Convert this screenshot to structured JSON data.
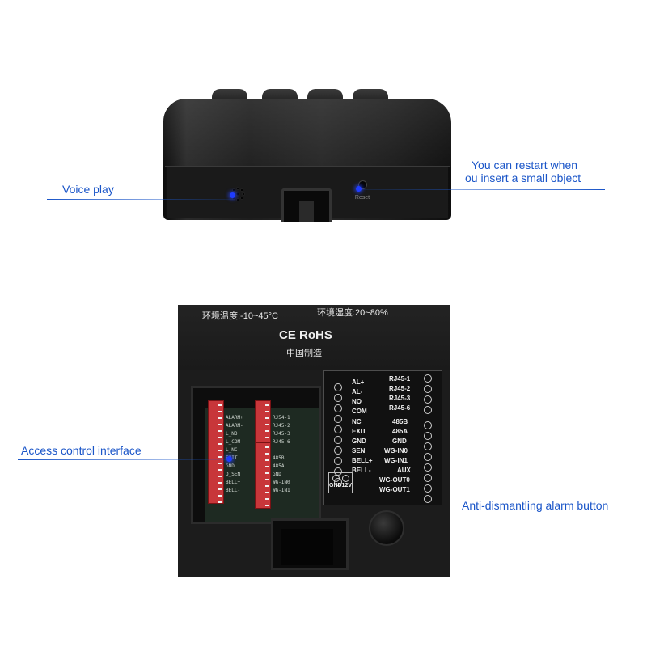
{
  "callouts": {
    "voice_play": "Voice play",
    "restart_line1": "You can restart when",
    "restart_line2": "ou insert a small object",
    "access_control": "Access control interface",
    "anti_dismantling": "Anti-dismantling alarm button"
  },
  "top_device": {
    "reset_label": "Reset"
  },
  "back_panel": {
    "temperature": "环境温度:-10~45°C",
    "humidity": "环境湿度:20~80%",
    "certification": "CE RoHS",
    "made_in": "中国制造",
    "terminals_left": [
      "AL+",
      "AL-",
      "NO",
      "COM",
      "NC",
      "EXIT",
      "GND",
      "SEN",
      "BELL+",
      "BELL-"
    ],
    "terminals_rj45": [
      "RJ45-1",
      "RJ45-2",
      "RJ45-3",
      "RJ45-6"
    ],
    "terminals_right": [
      "485B",
      "485A",
      "GND",
      "WG-IN0",
      "WG-IN1",
      "AUX",
      "WG-OUT0",
      "WG-OUT1"
    ],
    "gnd_label": "GND12V",
    "pcb_left": [
      "ALARM+",
      "ALARM-",
      "L_NO",
      "L_COM",
      "L_NC",
      "EXIT",
      "GND",
      "D_SEN",
      "BELL+",
      "BELL-"
    ],
    "pcb_right_top": [
      "RJ54-1",
      "RJ45-2",
      "RJ45-3",
      "RJ45-6"
    ],
    "pcb_right_bottom": [
      "485B",
      "485A",
      "GND",
      "WG-IN0",
      "WG-IN1"
    ]
  },
  "colors": {
    "callout_text": "#1a55c8",
    "indicator_dot": "#1f3cff",
    "connector_red": "#c8363a"
  }
}
